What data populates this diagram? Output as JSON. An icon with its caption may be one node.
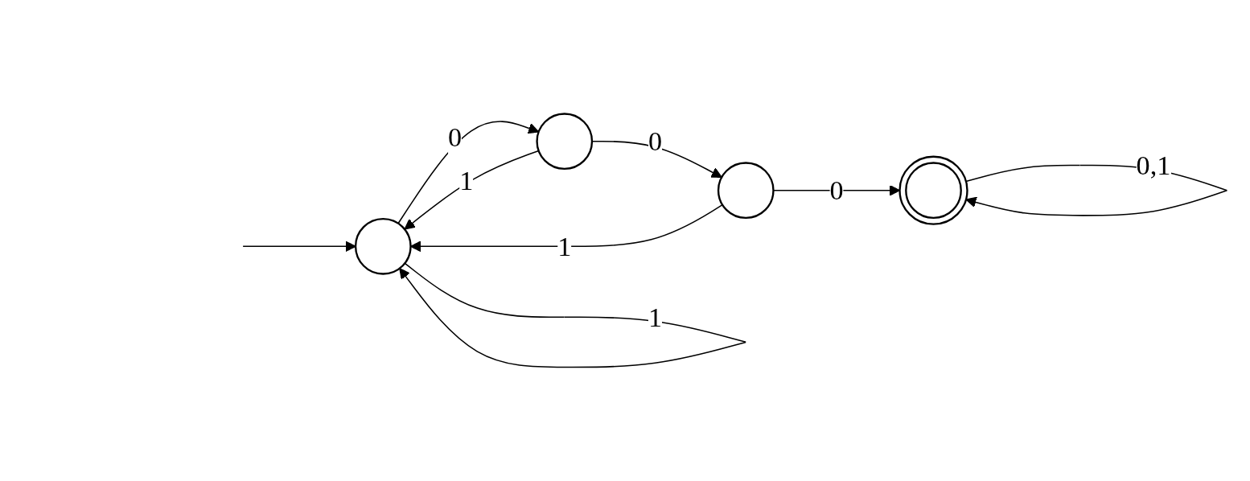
{
  "diagram": {
    "nodes": [
      {
        "text": [],
        "shape": "circle"
      },
      {
        "text": [],
        "shape": "circle"
      },
      {
        "text": [],
        "shape": "circle"
      },
      {
        "text": [],
        "shape": "doublecircle"
      }
    ],
    "edges": [
      {
        "from": null,
        "to": 0,
        "arrow": "to"
      },
      {
        "from": 0,
        "to": 1,
        "label": "0",
        "arrow": "to"
      },
      {
        "from": 1,
        "to": 0,
        "label": "1",
        "arrow": "to"
      },
      {
        "from": 0,
        "to": 0,
        "label": "1",
        "arrow": "to"
      },
      {
        "from": 1,
        "to": 2,
        "label": "0",
        "arrow": "to"
      },
      {
        "from": 2,
        "to": 0,
        "label": "1",
        "arrow": "to"
      },
      {
        "from": 2,
        "to": 3,
        "label": "0",
        "arrow": "to"
      },
      {
        "from": 3,
        "to": 3,
        "label": "0,1",
        "arrow": "to"
      }
    ]
  }
}
